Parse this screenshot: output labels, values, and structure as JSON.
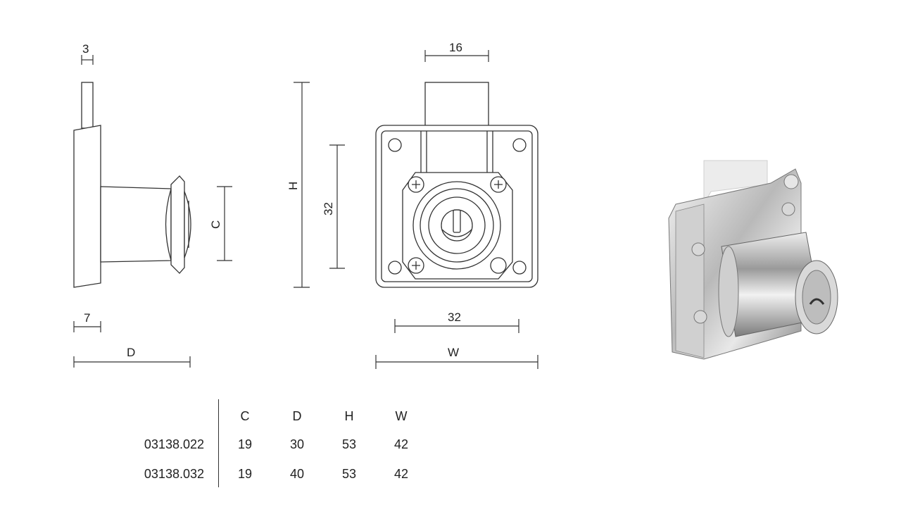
{
  "dimensions": {
    "side_thickness": "3",
    "side_flange": "7",
    "side_depth": "D",
    "side_cam": "C",
    "front_height": "H",
    "front_inner_vertical": "32",
    "front_bolt": "16",
    "front_inner_horizontal": "32",
    "front_width": "W"
  },
  "table": {
    "columns": [
      "C",
      "D",
      "H",
      "W"
    ],
    "rows": [
      {
        "code": "03138.022",
        "values": [
          "19",
          "30",
          "53",
          "42"
        ]
      },
      {
        "code": "03138.032",
        "values": [
          "19",
          "40",
          "53",
          "42"
        ]
      }
    ]
  }
}
